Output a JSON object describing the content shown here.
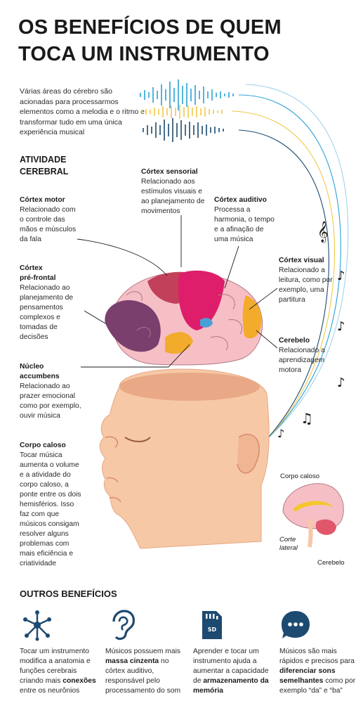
{
  "title": {
    "line1": "OS BENEFÍCIOS DE QUEM",
    "line2": "TOCA UM INSTRUMENTO"
  },
  "intro": "Várias áreas do cérebro são acionadas para processarmos elementos como a melodia e o ritmo e transformar tudo em uma única experiência musical",
  "section_activity": {
    "line1": "ATIVIDADE",
    "line2": "CEREBRAL"
  },
  "regions": {
    "sensorial": {
      "title": "Córtex sensorial",
      "desc": "Relacionado aos estímulos visuais e ao planejamento de movimentos"
    },
    "auditivo": {
      "title": "Córtex auditivo",
      "desc": "Processa a harmonia, o tempo e a afinação de uma música"
    },
    "motor": {
      "title": "Córtex motor",
      "desc": "Relacionado com o controle das mãos e músculos da fala"
    },
    "prefrontal": {
      "title_line1": "Córtex",
      "title_line2": "pré-frontal",
      "desc": "Relacionado ao planejamento de pensamentos complexos e tomadas de decisões"
    },
    "visual": {
      "title": "Córtex visual",
      "desc": "Relacionado a leitura, como por exemplo, uma partitura"
    },
    "cerebelo": {
      "title": "Cerebelo",
      "desc": "Relacionado a aprendizagem motora"
    },
    "accumbens": {
      "title_line1": "Núcleo",
      "title_line2": "accumbens",
      "desc": "Relacionado ao prazer emocional como por exemplo, ouvir música"
    },
    "caloso": {
      "title": "Corpo caloso",
      "desc": "Tocar música aumenta o volume e a atividade do corpo caloso, a ponte entre os dois hemisférios. Isso faz com que músicos consigam resolver alguns problemas com mais eficiência e criatividade"
    }
  },
  "small_brain": {
    "label_caloso": "Corpo caloso",
    "label_corte_line1": "Corte",
    "label_corte_line2": "lateral",
    "label_cerebelo": "Cerebelo"
  },
  "section_benefits": "OUTROS BENEFÍCIOS",
  "benefits": [
    {
      "icon": "neuron-network-icon",
      "pre": "Tocar um instrumento modifica a anatomia e funções cerebrais criando mais ",
      "bold": "conexões",
      "post": " entre os neurônios"
    },
    {
      "icon": "ear-icon",
      "pre": "Músicos possuem mais ",
      "bold": "massa cinzenta",
      "post": " no córtex auditivo, responsável pelo processamento do som"
    },
    {
      "icon": "memory-card-icon",
      "pre": "Aprender e tocar um instrumento ajuda a aumentar a capacidade de ",
      "bold": "armazenamento da memória",
      "post": ""
    },
    {
      "icon": "speech-bubble-icon",
      "pre": "Músicos são mais rápidos e precisos para ",
      "bold": "diferenciar sons semelhantes",
      "post": " como por exemplo “da” e “ba”"
    }
  ],
  "colors": {
    "accent_blue": "#2aa1d6",
    "wave_yellow": "#f2c94c",
    "wave_navy": "#1c4a6e",
    "skin": "#f6c8a6",
    "icon_navy": "#1d4a70"
  }
}
